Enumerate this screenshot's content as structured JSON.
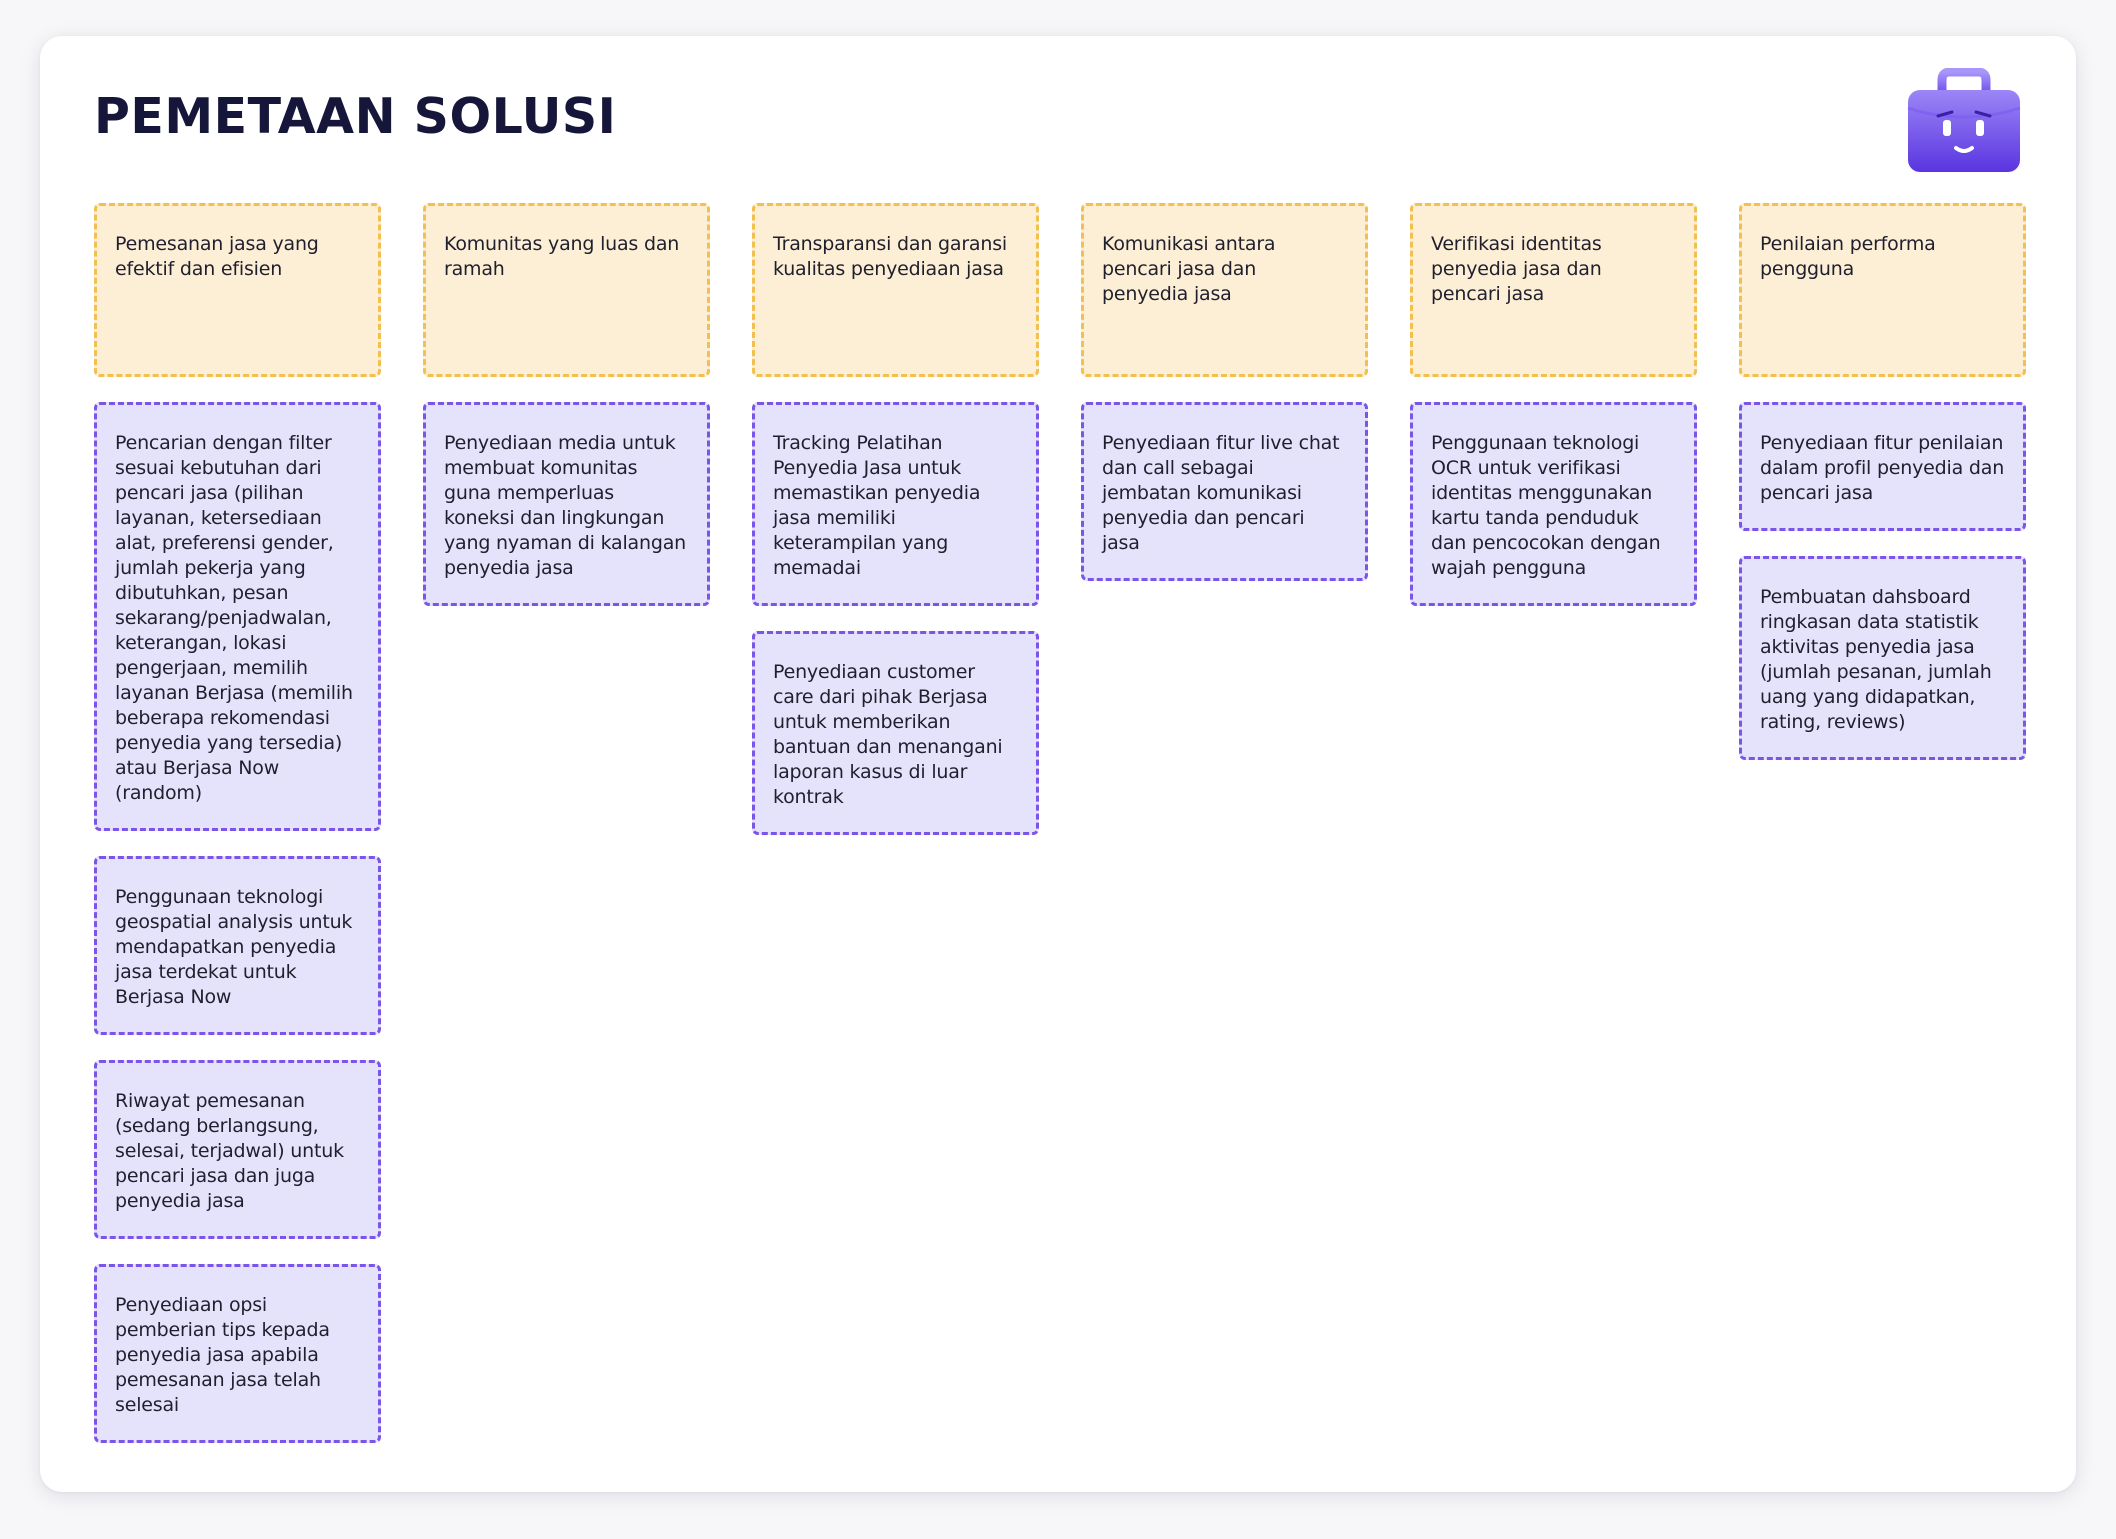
{
  "title": "PEMETAAN SOLUSI",
  "colors": {
    "problem_bg": "#fdefd5",
    "problem_border": "#f3bf4e",
    "solution_bg": "#e5e3fb",
    "solution_border": "#7a55e8",
    "mascot": "#7b5cf0"
  },
  "mascot_icon": "briefcase-mascot-icon",
  "columns": [
    {
      "problem": "Pemesanan jasa yang efektif dan efisien",
      "solutions": [
        "Pencarian dengan filter sesuai kebutuhan dari pencari jasa (pilihan layanan, ketersediaan alat, preferensi gender, jumlah pekerja yang dibutuhkan, pesan sekarang/penjadwalan, keterangan, lokasi pengerjaan, memilih layanan Berjasa (memilih beberapa rekomendasi penyedia yang tersedia) atau Berjasa Now (random)",
        "Penggunaan teknologi geospatial analysis untuk mendapatkan penyedia jasa terdekat untuk Berjasa Now",
        "Riwayat pemesanan (sedang berlangsung, selesai, terjadwal) untuk pencari jasa dan juga penyedia jasa",
        "Penyediaan opsi pemberian tips kepada penyedia jasa apabila pemesanan jasa telah selesai"
      ]
    },
    {
      "problem": "Komunitas yang luas dan ramah",
      "solutions": [
        "Penyediaan media untuk membuat komunitas guna memperluas koneksi dan lingkungan yang nyaman di kalangan penyedia jasa"
      ]
    },
    {
      "problem": "Transparansi dan garansi kualitas penyediaan jasa",
      "solutions": [
        "Tracking Pelatihan Penyedia Jasa untuk memastikan penyedia jasa memiliki keterampilan yang memadai",
        "Penyediaan customer care dari pihak Berjasa untuk memberikan bantuan dan menangani laporan kasus di luar kontrak"
      ]
    },
    {
      "problem": "Komunikasi antara pencari jasa dan penyedia jasa",
      "solutions": [
        "Penyediaan fitur live chat dan call sebagai jembatan komunikasi penyedia dan pencari jasa"
      ]
    },
    {
      "problem": "Verifikasi identitas penyedia jasa dan pencari jasa",
      "solutions": [
        "Penggunaan teknologi OCR  untuk verifikasi identitas menggunakan kartu tanda penduduk dan pencocokan dengan wajah pengguna"
      ]
    },
    {
      "problem": "Penilaian performa pengguna",
      "solutions": [
        "Penyediaan fitur penilaian dalam profil penyedia dan pencari jasa",
        "Pembuatan dahsboard ringkasan data statistik aktivitas penyedia jasa (jumlah pesanan, jumlah uang yang didapatkan, rating, reviews)"
      ]
    }
  ]
}
